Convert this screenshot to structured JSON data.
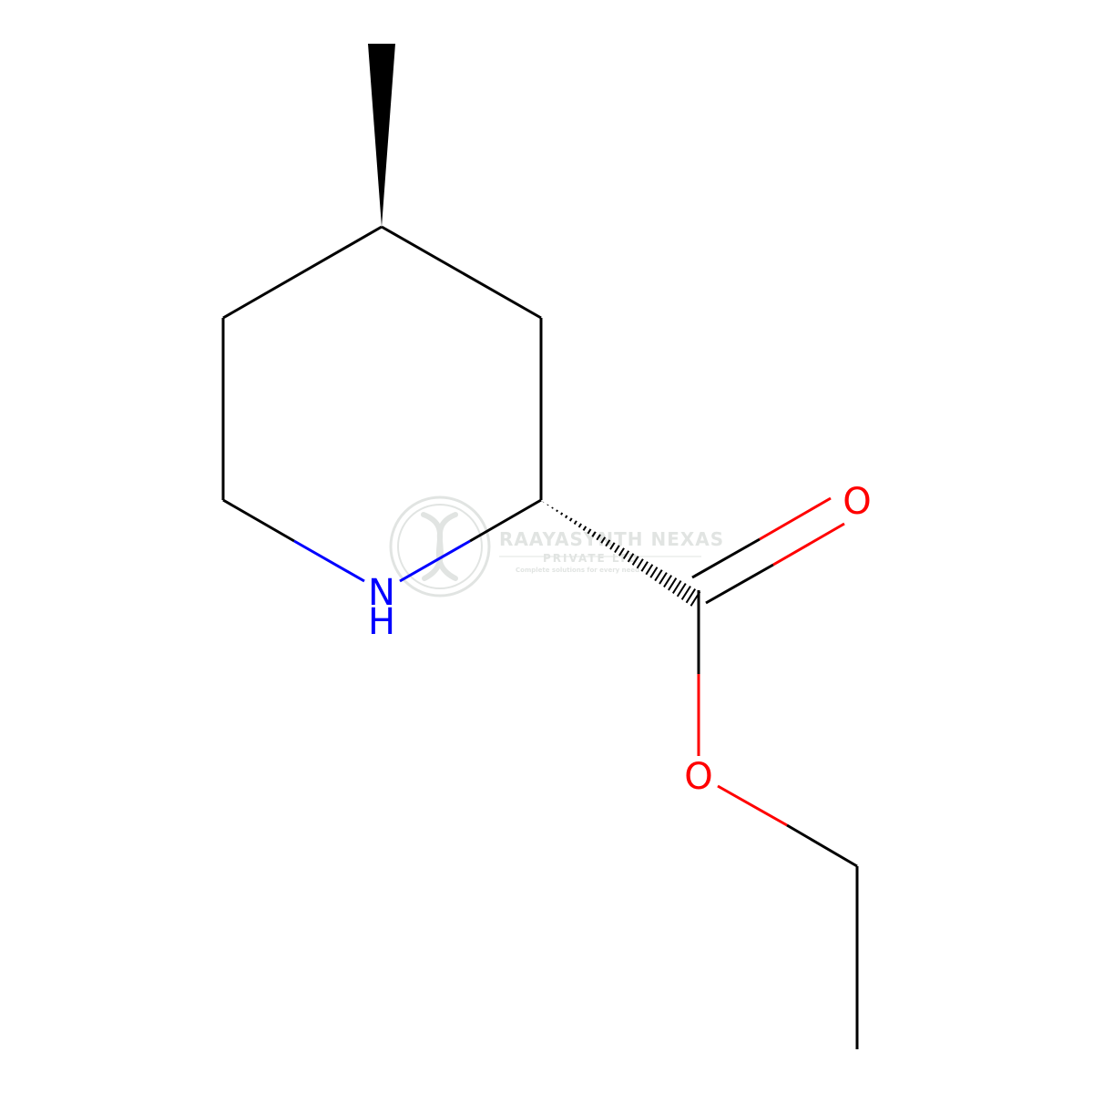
{
  "molecule": {
    "atoms": {
      "nitrogen": {
        "symbol": "N",
        "hydrogen": "H"
      },
      "carbonyl_oxygen": {
        "symbol": "O"
      },
      "ester_oxygen": {
        "symbol": "O"
      }
    },
    "colors": {
      "bond": "#000000",
      "nitrogen": "#0000FF",
      "oxygen": "#FF0000",
      "background": "#FFFFFF"
    }
  },
  "watermark": {
    "title": "RAAYASYNTH NEXAS",
    "subtitle": "PRIVATE LTD",
    "tagline": "Complete solutions for every need",
    "color": "#C9CFCB"
  }
}
